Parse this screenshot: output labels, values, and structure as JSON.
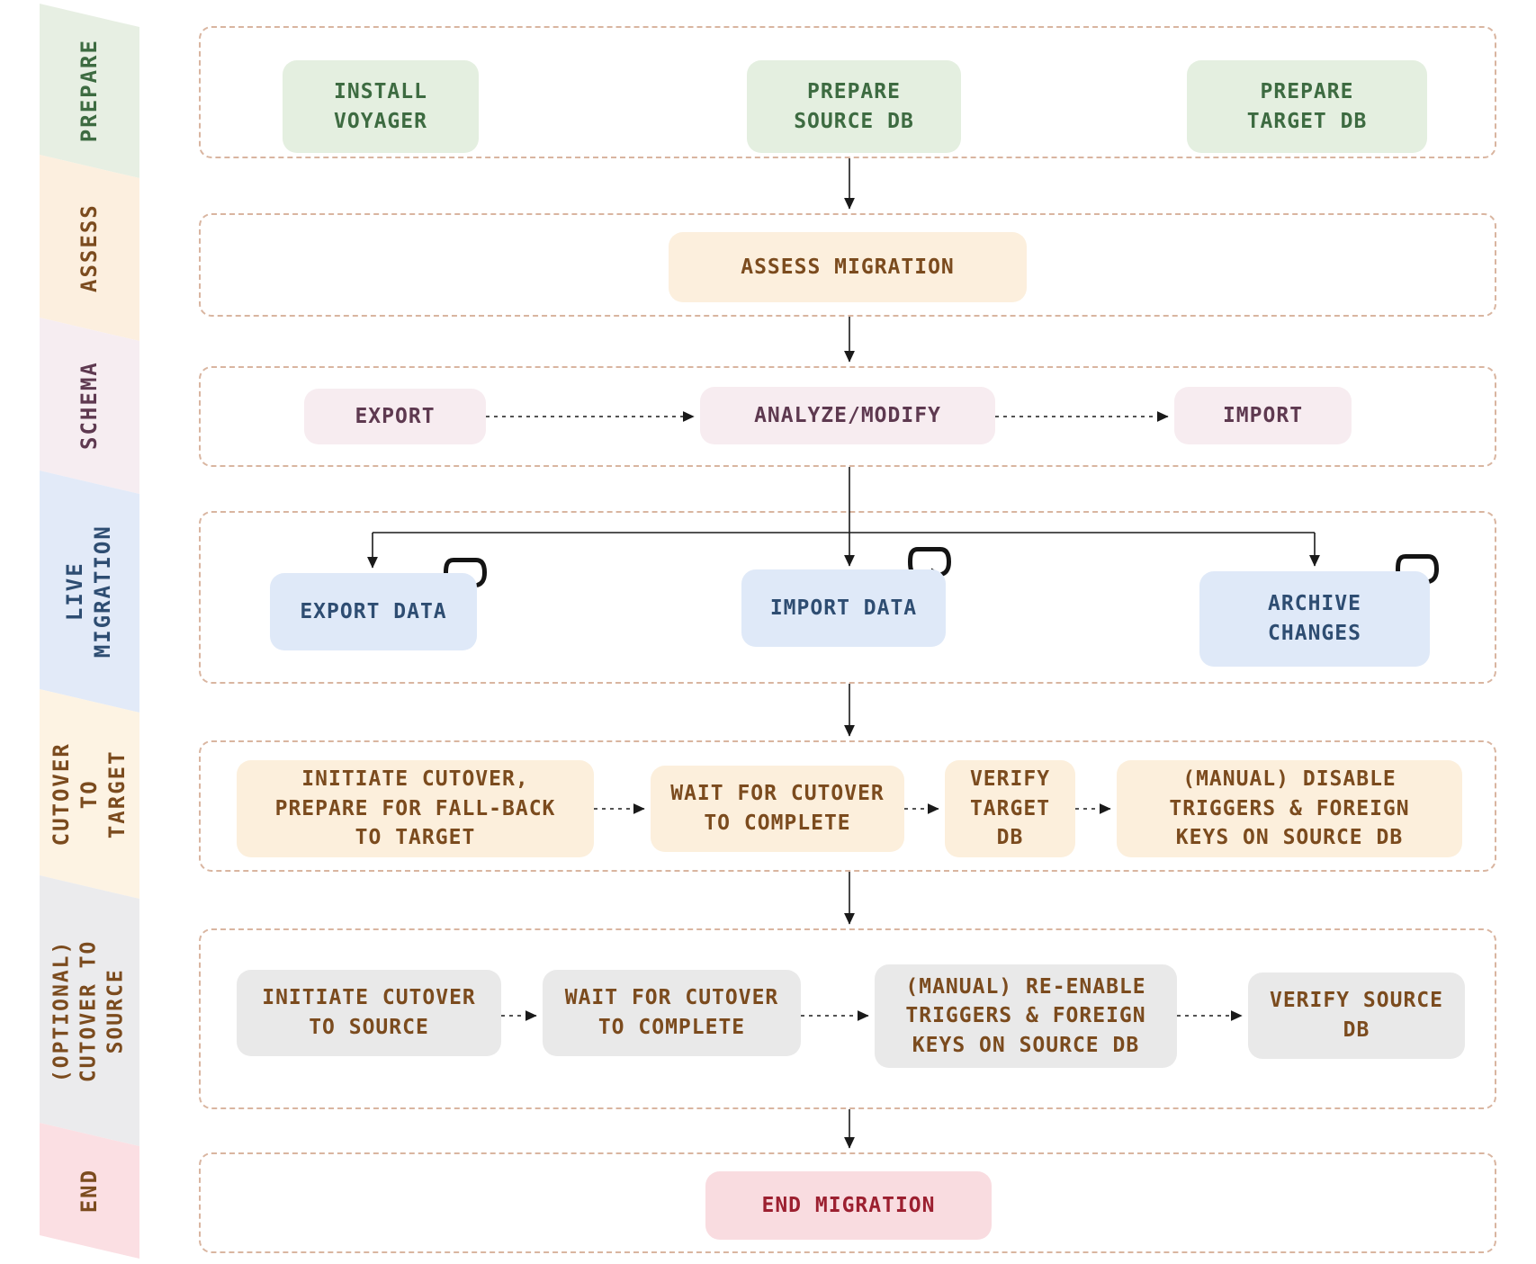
{
  "diagram": {
    "name": "voyager-migration-workflow",
    "lane_border_color": "#d9b5a0",
    "connector_color": "#1a1a1a",
    "background": "#ffffff"
  },
  "icons": {
    "loop": "circular-repeat-arrow"
  },
  "stages": [
    {
      "id": "prepare",
      "label": "PREPARE",
      "band_bg": "#e7efe3",
      "text_color": "#3d6b41",
      "node_bg": "#e4efe0",
      "nodes": [
        {
          "label": "INSTALL\nVOYAGER"
        },
        {
          "label": "PREPARE\nSOURCE DB"
        },
        {
          "label": "PREPARE\nTARGET DB"
        }
      ]
    },
    {
      "id": "assess",
      "label": "ASSESS",
      "band_bg": "#fcefdf",
      "text_color": "#7b4b1e",
      "node_bg": "#fcefdd",
      "nodes": [
        {
          "label": "ASSESS MIGRATION"
        }
      ]
    },
    {
      "id": "schema",
      "label": "SCHEMA",
      "band_bg": "#f6edf1",
      "text_color": "#5e3950",
      "node_bg": "#f7ecf0",
      "nodes": [
        {
          "label": "EXPORT"
        },
        {
          "label": "ANALYZE/MODIFY"
        },
        {
          "label": "IMPORT"
        }
      ]
    },
    {
      "id": "live-migration",
      "label": "LIVE\nMIGRATION",
      "band_bg": "#e2eaf8",
      "text_color": "#2e4d72",
      "node_bg": "#dfe9f8",
      "nodes": [
        {
          "label": "EXPORT DATA"
        },
        {
          "label": "IMPORT DATA"
        },
        {
          "label": "ARCHIVE\nCHANGES"
        }
      ]
    },
    {
      "id": "cutover-to-target",
      "label": "CUTOVER TO\nTARGET",
      "band_bg": "#fdf3e3",
      "text_color": "#7b4b1e",
      "node_bg": "#fcefdc",
      "nodes": [
        {
          "label": "INITIATE CUTOVER,\nPREPARE FOR FALL-BACK\nTO TARGET"
        },
        {
          "label": "WAIT FOR CUTOVER\nTO COMPLETE"
        },
        {
          "label": "VERIFY\nTARGET\nDB"
        },
        {
          "label": "(MANUAL) DISABLE\nTRIGGERS & FOREIGN\nKEYS ON SOURCE DB"
        }
      ]
    },
    {
      "id": "optional-cutover-to-source",
      "label": "(OPTIONAL)\nCUTOVER TO\nSOURCE",
      "band_bg": "#ebebed",
      "text_color": "#7b4b1e",
      "node_bg": "#e9e9e9",
      "nodes": [
        {
          "label": "INITIATE CUTOVER\nTO SOURCE"
        },
        {
          "label": "WAIT FOR CUTOVER\nTO COMPLETE"
        },
        {
          "label": "(MANUAL) RE-ENABLE\nTRIGGERS & FOREIGN\nKEYS ON SOURCE DB"
        },
        {
          "label": "VERIFY SOURCE\nDB"
        }
      ]
    },
    {
      "id": "end",
      "label": "END",
      "band_bg": "#fbdfe3",
      "text_color": "#7b4b1e",
      "node_bg": "#f9dce0",
      "node_text_color": "#9c2030",
      "nodes": [
        {
          "label": "END MIGRATION"
        }
      ]
    }
  ]
}
